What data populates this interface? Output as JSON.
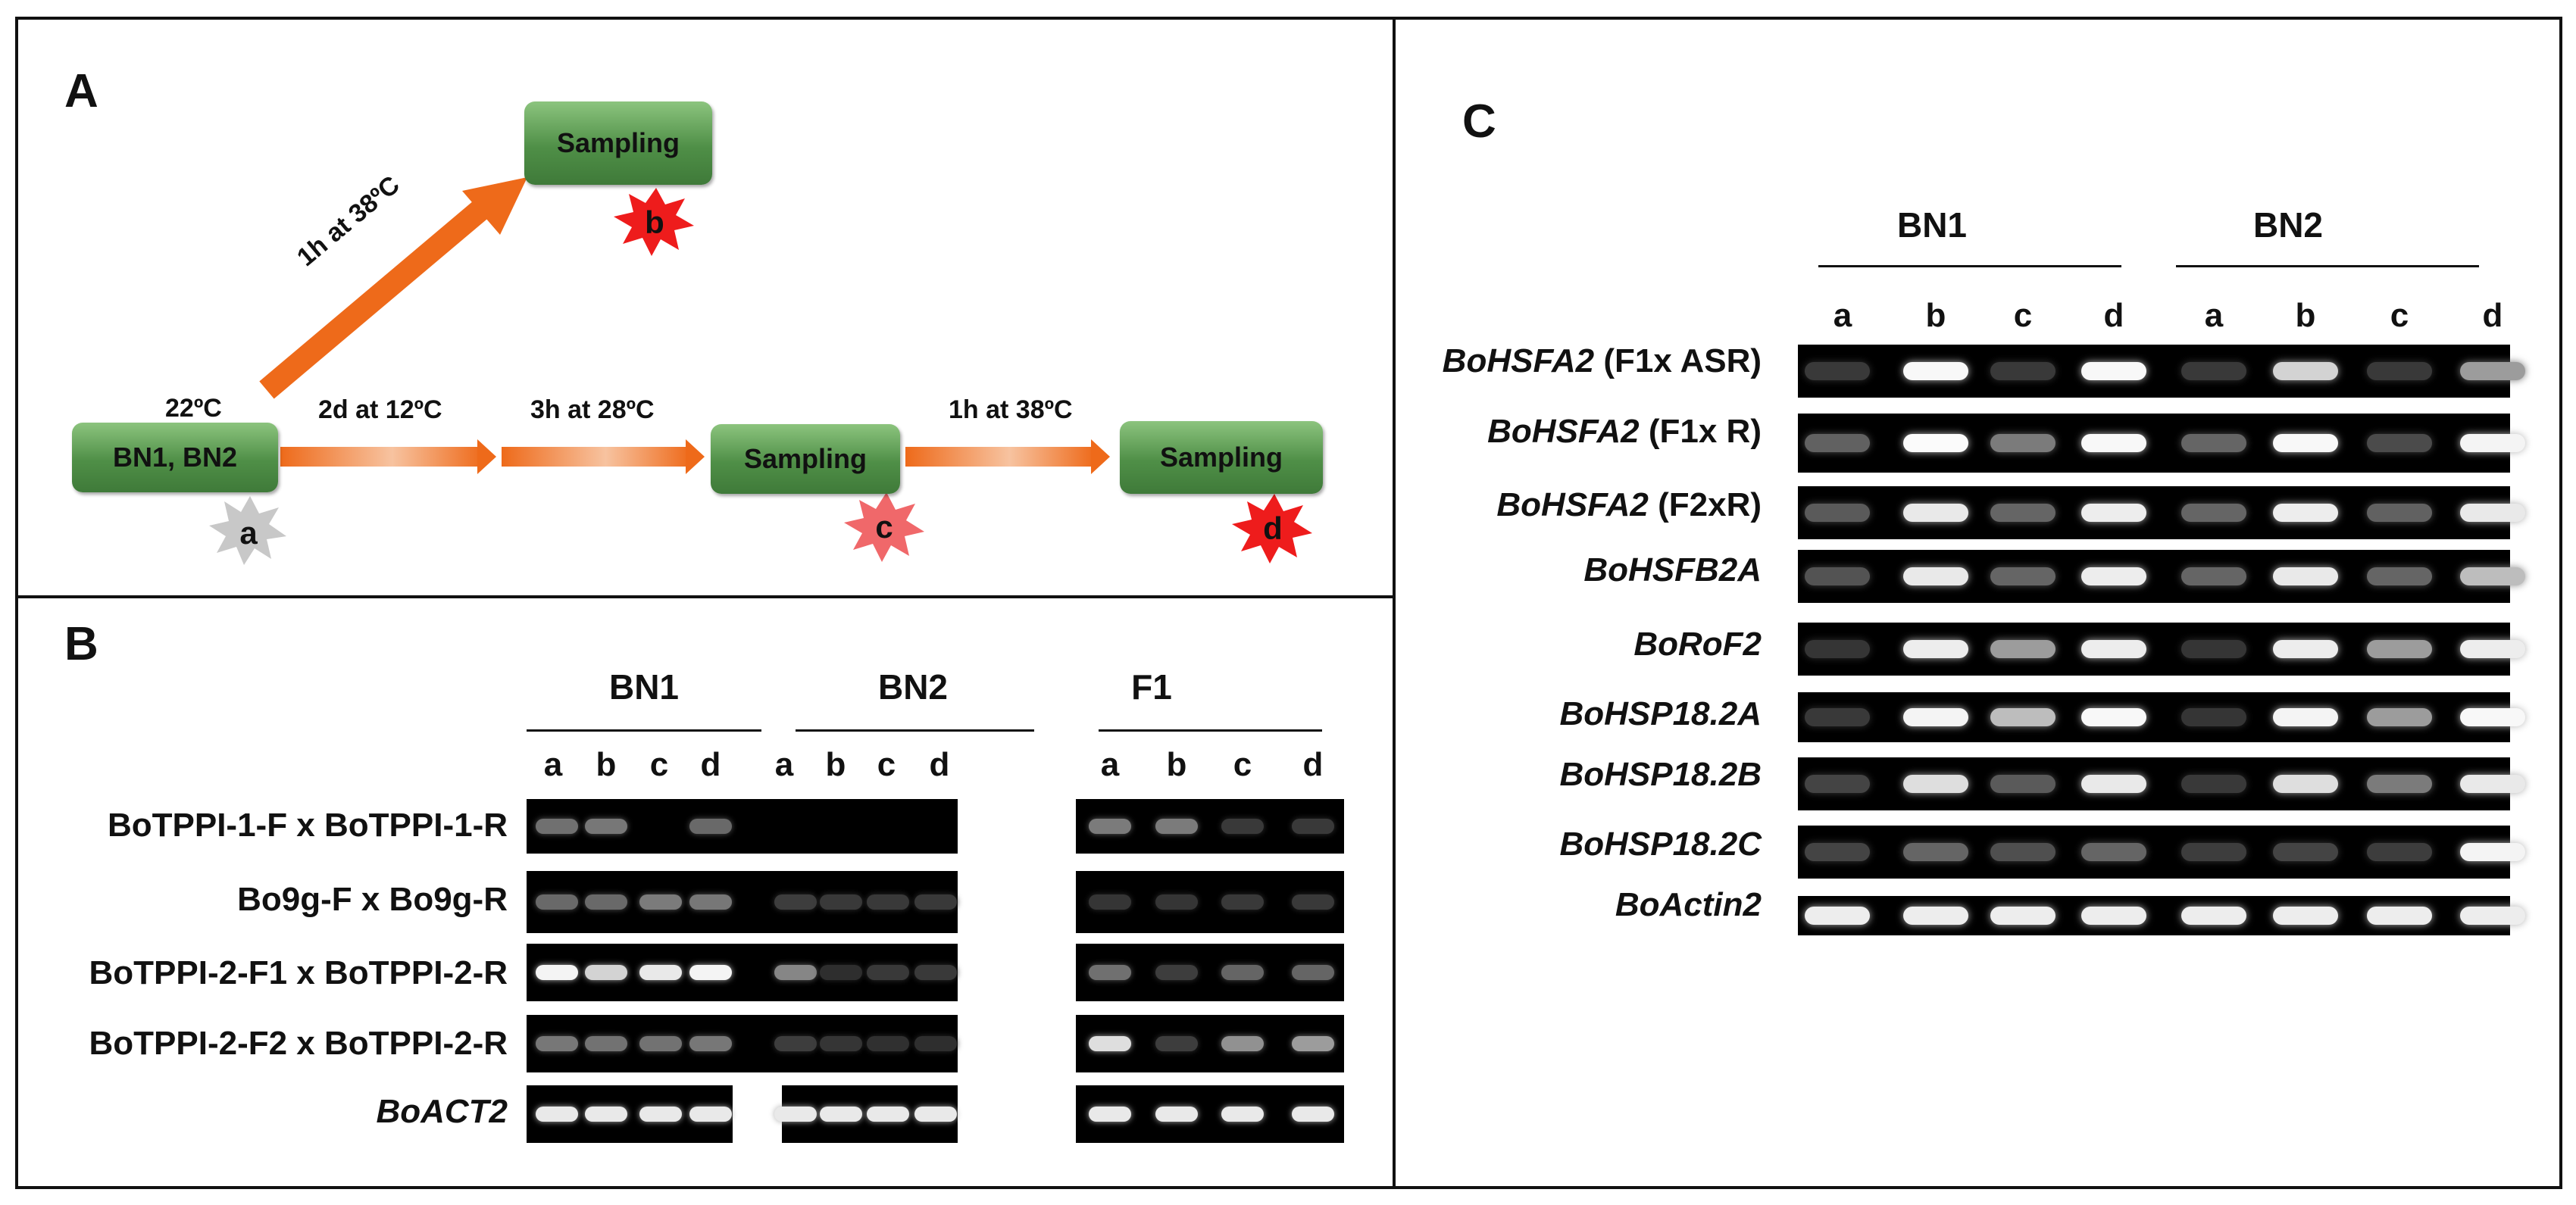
{
  "panel_a": {
    "letter": "A",
    "box_start": "BN1, BN2",
    "box_sampling_top": "Sampling",
    "box_sampling_mid": "Sampling",
    "box_sampling_right": "Sampling",
    "temp_start": "22ºC",
    "step_heat": "1h at 38ºC",
    "step_cold": "2d at 12ºC",
    "step_warm": "3h at 28ºC",
    "step_heat2": "1h at 38ºC",
    "stars": [
      "a",
      "b",
      "c",
      "d"
    ],
    "colors": {
      "box": "#4f8f47",
      "arrow": "#ee6a1a",
      "star_a": "#c8c8c8",
      "star_b": "#ee1c1c",
      "star_c": "#f0686a",
      "star_d": "#ee1c1c"
    }
  },
  "panel_b": {
    "letter": "B",
    "groups": [
      "BN1",
      "BN2",
      "F1"
    ],
    "lanes": [
      "a",
      "b",
      "c",
      "d"
    ],
    "rows": [
      {
        "label": "BoTPPI-1-F x BoTPPI-1-R",
        "italic": false
      },
      {
        "label": "Bo9g-F x Bo9g-R",
        "italic": false
      },
      {
        "label": "BoTPPI-2-F1 x BoTPPI-2-R",
        "italic": false
      },
      {
        "label": "BoTPPI-2-F2 x BoTPPI-2-R",
        "italic": false
      },
      {
        "label": "BoACT2",
        "italic": true
      }
    ]
  },
  "panel_c": {
    "letter": "C",
    "groups": [
      "BN1",
      "BN2"
    ],
    "lanes": [
      "a",
      "b",
      "c",
      "d"
    ],
    "rows": [
      {
        "gene": "BoHSFA2",
        "suffix": " (F1x ASR)"
      },
      {
        "gene": "BoHSFA2",
        "suffix": " (F1x R)"
      },
      {
        "gene": "BoHSFA2",
        "suffix": " (F2xR)"
      },
      {
        "gene": "BoHSFB2A",
        "suffix": ""
      },
      {
        "gene": "BoRoF2",
        "suffix": ""
      },
      {
        "gene": "BoHSP18.2A",
        "suffix": ""
      },
      {
        "gene": "BoHSP18.2B",
        "suffix": ""
      },
      {
        "gene": "BoHSP18.2C",
        "suffix": ""
      },
      {
        "gene": "BoActin2",
        "suffix": ""
      }
    ]
  }
}
